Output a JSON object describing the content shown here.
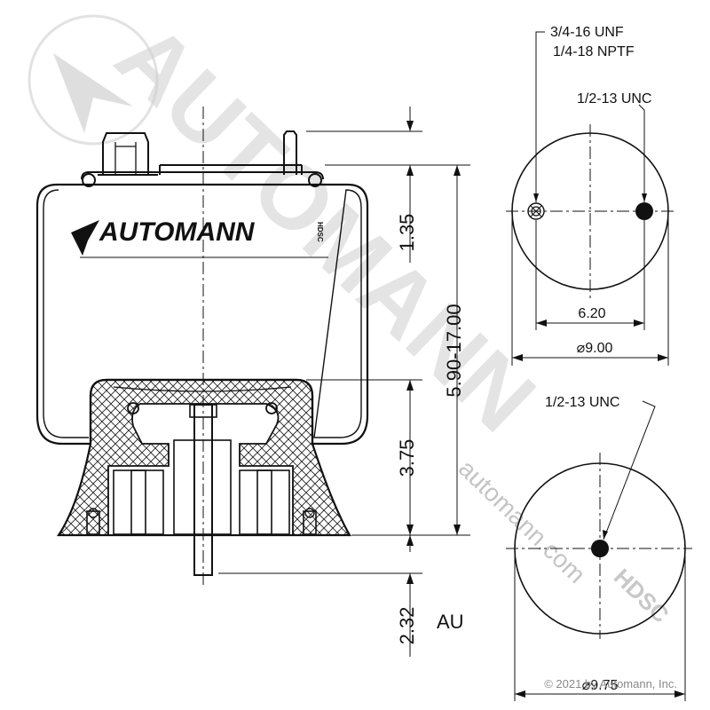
{
  "side_view": {
    "brand_logo": "AUTOMANN",
    "brand_mark": "HDSC",
    "dim_top": "1.35",
    "dim_height_range": "5.90-17.00",
    "dim_piston": "3.75",
    "dim_stud": "2.32",
    "style_code": "AU"
  },
  "top_view": {
    "thread_port": "3/4-16 UNF",
    "thread_pipe": "1/4-18 NPTF",
    "thread_stud": "1/2-13 UNC",
    "dim_bolt_spacing": "6.20",
    "dim_diameter": "⌀9.00"
  },
  "bottom_view": {
    "thread_stud": "1/2-13 UNC",
    "dim_diameter": "⌀9.75"
  },
  "watermark": {
    "brand": "AUTOMANN",
    "url": "automann.com",
    "mark": "HDSC"
  },
  "copyright": "© 2021 by Automann, Inc.",
  "colors": {
    "line": "#111111",
    "watermark": "#cfcfcf",
    "text": "#111111"
  }
}
